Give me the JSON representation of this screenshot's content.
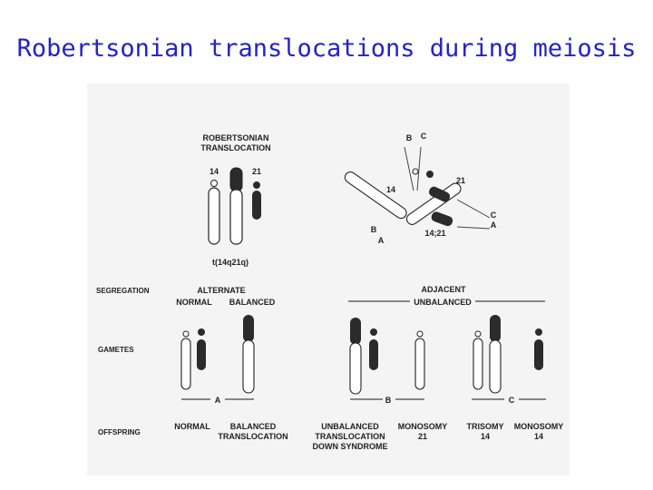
{
  "slide": {
    "title": "Robertsonian translocations during meiosis"
  },
  "figure": {
    "header": {
      "line1": "ROBERTSONIAN",
      "line2": "TRANSLOCATION"
    },
    "chromosome_labels": {
      "c14": "14",
      "c21": "21",
      "t": "t(14q21q)"
    },
    "trivalent": {
      "B": "B",
      "C": "C",
      "A": "A",
      "c14": "14",
      "c21": "21",
      "t": "14;21"
    },
    "row_labels": {
      "segregation": "SEGREGATION",
      "gametes": "GAMETES",
      "offspring": "OFFSPRING"
    },
    "segregation": {
      "alternate": "ALTERNATE",
      "adjacent": "ADJACENT",
      "normal": "NORMAL",
      "balanced": "BALANCED",
      "unbalanced": "UNBALANCED"
    },
    "markers": {
      "a": "A",
      "b": "B",
      "c": "C"
    },
    "offspring": {
      "normal": "NORMAL",
      "balanced_1": "BALANCED",
      "balanced_2": "TRANSLOCATION",
      "unbalanced_1": "UNBALANCED",
      "unbalanced_2": "TRANSLOCATION",
      "unbalanced_3": "DOWN SYNDROME",
      "monosomy21_1": "MONOSOMY",
      "monosomy21_2": "21",
      "trisomy14_1": "TRISOMY",
      "trisomy14_2": "14",
      "monosomy14_1": "MONOSOMY",
      "monosomy14_2": "14"
    }
  }
}
